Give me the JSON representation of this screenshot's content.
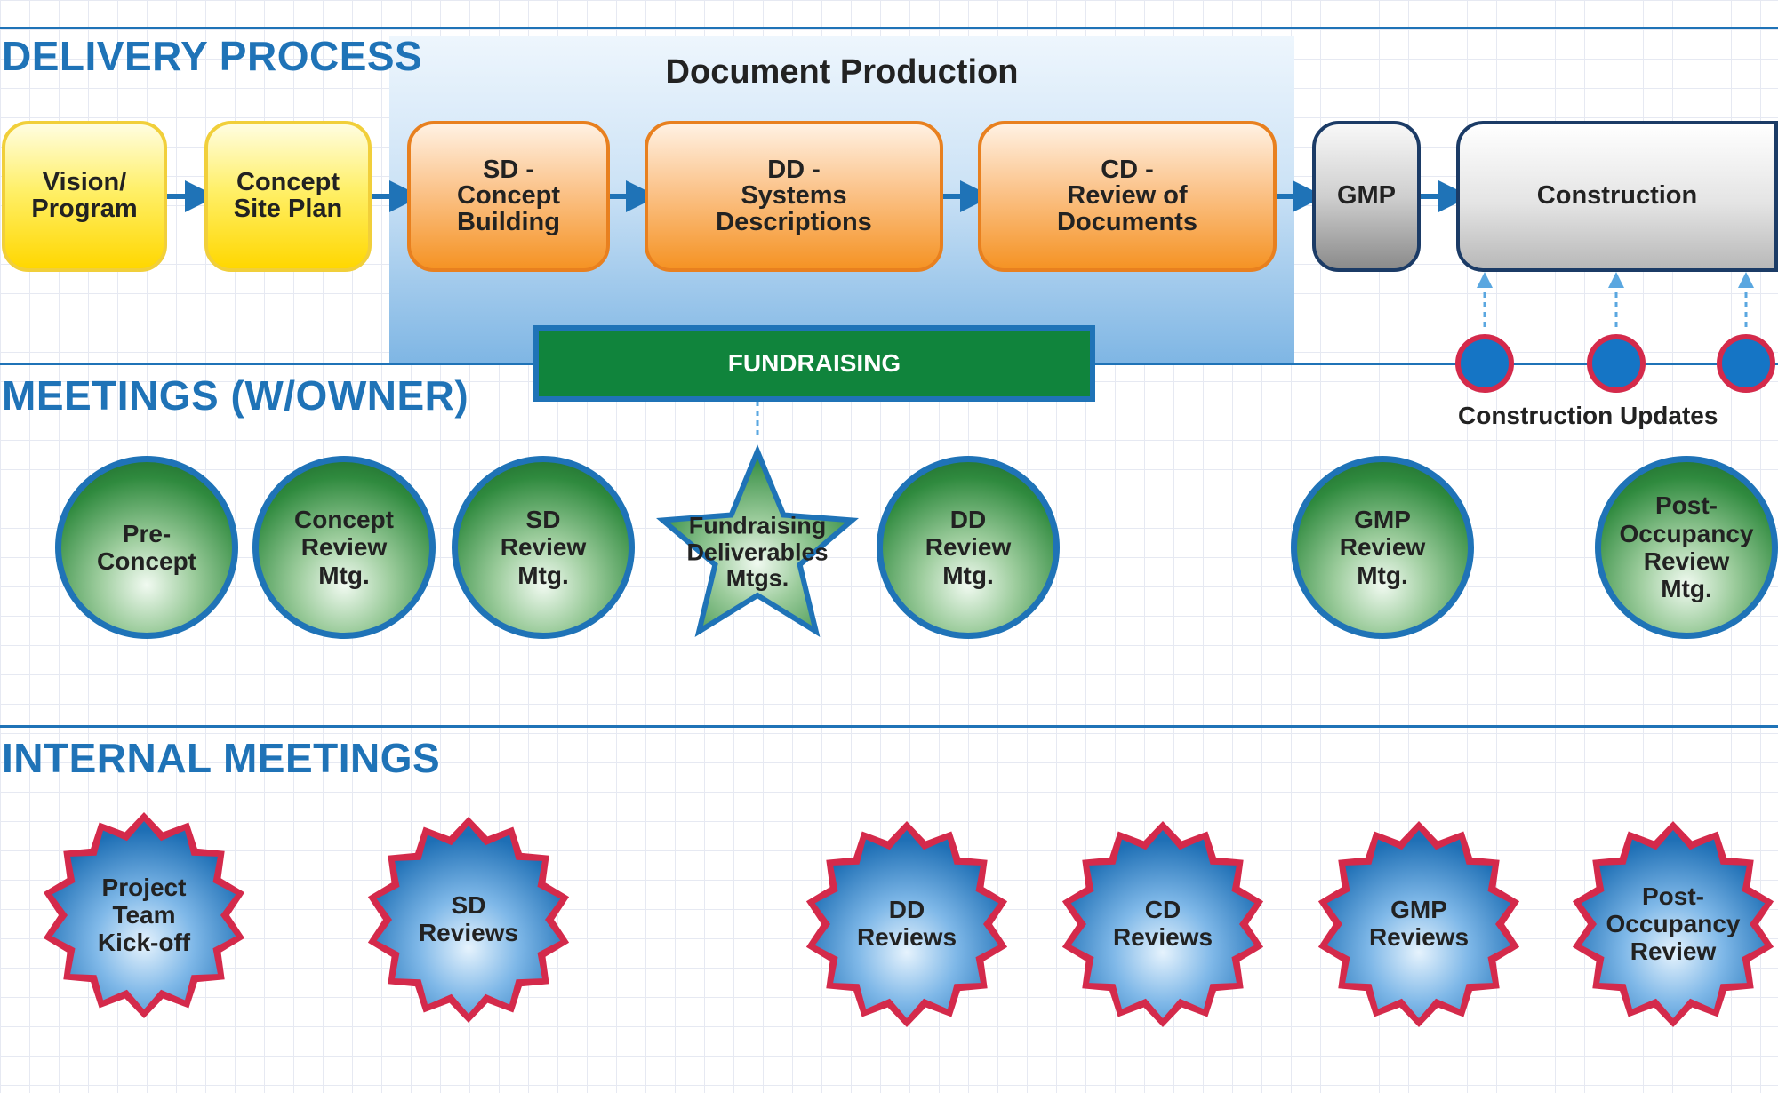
{
  "sections": {
    "delivery": "DELIVERY PROCESS",
    "meetings_owner": "MEETINGS (W/OWNER)",
    "internal": "INTERNAL MEETINGS"
  },
  "document_production": "Document Production",
  "process_steps": [
    "Vision/\nProgram",
    "Concept\nSite Plan",
    "SD -\nConcept\nBuilding",
    "DD -\nSystems\nDescriptions",
    "CD -\nReview of\nDocuments",
    "GMP",
    "Construction"
  ],
  "fundraising": "FUNDRAISING",
  "construction_updates": "Construction Updates",
  "owner_meetings": [
    "Pre-\nConcept",
    "Concept\nReview\nMtg.",
    "SD\nReview\nMtg.",
    "Fundraising\nDeliverables\nMtgs.",
    "DD\nReview\nMtg.",
    "GMP\nReview\nMtg.",
    "Post-\nOccupancy\nReview\nMtg."
  ],
  "internal_meetings": [
    "Project\nTeam\nKick-off",
    "SD\nReviews",
    "DD\nReviews",
    "CD\nReviews",
    "GMP\nReviews",
    "Post-\nOccupancy\nReview"
  ],
  "colors": {
    "accent_blue": "#1f73b7",
    "fundraising_green": "#10843c",
    "update_red": "#d42a4b"
  }
}
